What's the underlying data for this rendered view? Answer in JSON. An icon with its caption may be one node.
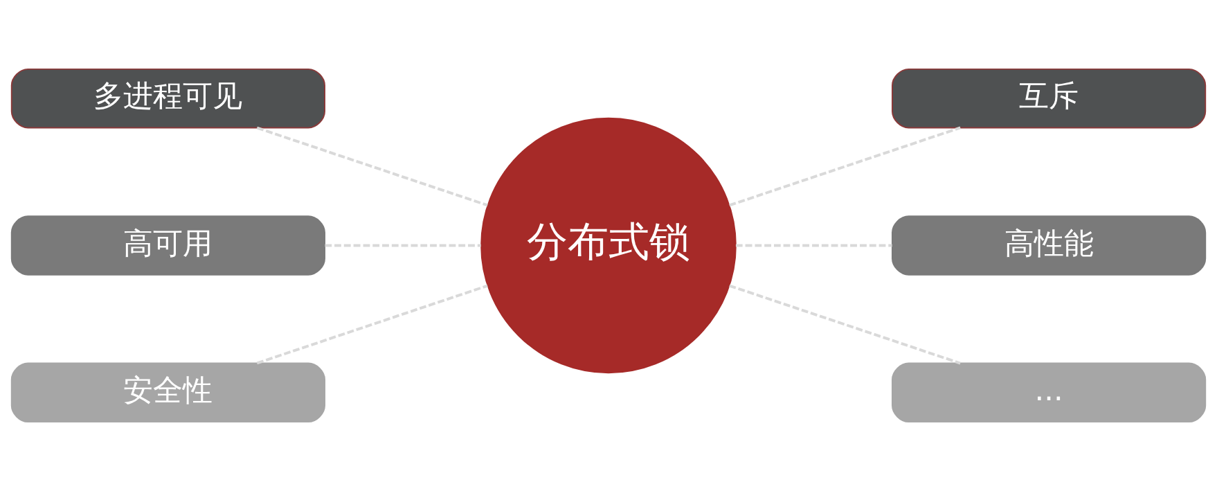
{
  "diagram": {
    "nodes": [
      {
        "text": [
          "多进程可见"
        ]
      },
      {
        "text": [
          "互斥"
        ]
      },
      {
        "text": [
          "高可用"
        ]
      },
      {
        "text": [
          "分布式锁"
        ]
      },
      {
        "text": [
          "高性能"
        ]
      },
      {
        "text": [
          "安全性"
        ]
      },
      {
        "text": [
          "..."
        ]
      }
    ],
    "edges": [
      {
        "from": 0,
        "to": 3,
        "arrow": "none",
        "style": "dashed"
      },
      {
        "from": 3,
        "to": 1,
        "arrow": "none",
        "style": "dashed"
      },
      {
        "from": 2,
        "to": 3,
        "arrow": "none",
        "style": "dashed"
      },
      {
        "from": 3,
        "to": 4,
        "arrow": "none",
        "style": "dashed"
      },
      {
        "from": 5,
        "to": 3,
        "arrow": "none",
        "style": "dashed"
      },
      {
        "from": 3,
        "to": 6,
        "arrow": "none",
        "style": "dashed"
      }
    ]
  }
}
